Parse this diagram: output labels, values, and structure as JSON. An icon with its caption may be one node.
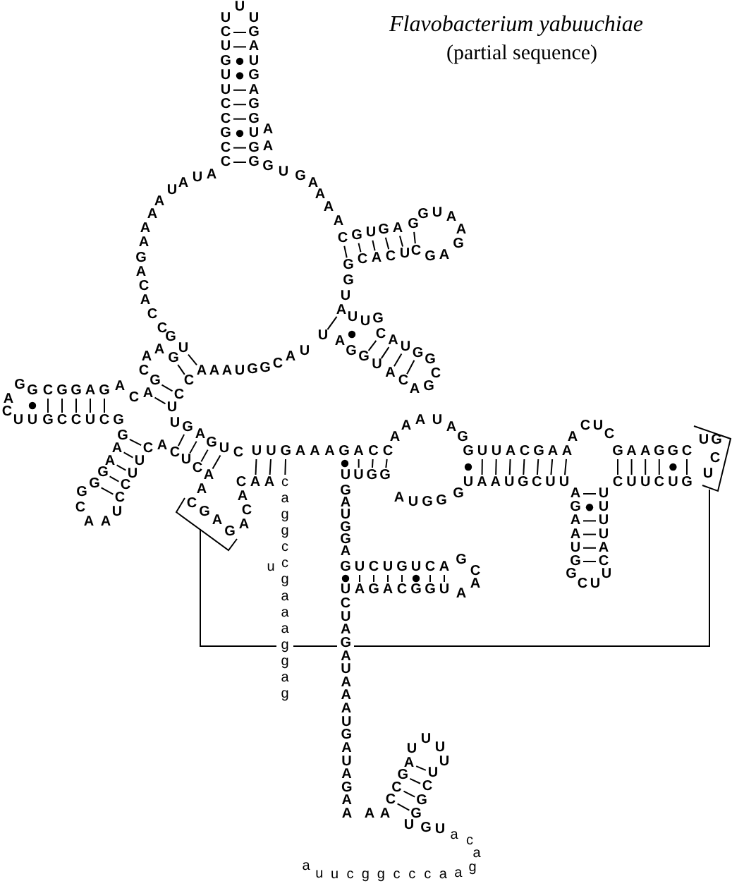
{
  "diagram": {
    "title": "Flavobacterium yabuuchiae",
    "labels": [
      "(partial sequence)",
      "UUU",
      "CUGUUCCGCC",
      "GAUGAGGUGG",
      "AA",
      "AUAUAAAAGACACC",
      "GUGAAAA",
      "CGUGAG",
      "GUAAGAG",
      "GCACUC",
      "GU",
      "AUUG",
      "CAUGG",
      "CGA",
      "GUAC",
      "CAAAUGGCAUUAG",
      "GGCGGAG",
      "AC",
      "UUGCCUCG",
      "ACA",
      "C",
      "AAG",
      "G",
      "CUUGAGUC",
      "G",
      "GCAAU",
      "CCUUC",
      "ACUCA",
      "UUGAAAGACC",
      "AAAUAG",
      "GUUACGAA",
      "ACUC",
      "GAAGGC",
      "UGCU",
      "CAA",
      "caggccgaaaggag",
      "u",
      "UUGG",
      "AUGGG",
      "UAAUGCUU",
      "CUUCUG",
      "AGAAUG",
      "GCUU",
      "UUUUAC",
      "GAUGGA",
      "GUCUGUCA",
      "GCAA",
      "UAGACGGU",
      "CUAGAUAAAUGAUAGAA",
      "AA",
      "AGCC",
      "UUUU",
      "UCGG",
      "UGU",
      "aca",
      "auucggcccaag",
      "A",
      "CGAGA",
      "AC",
      "G",
      "U",
      "A",
      "A",
      "G",
      "G"
    ]
  }
}
